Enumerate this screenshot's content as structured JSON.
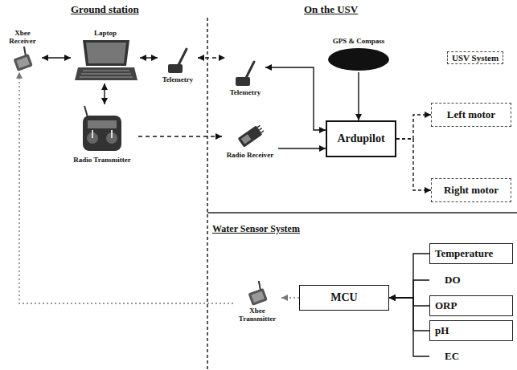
{
  "diagram": {
    "nodes": [
      {
        "text": [
          "Xbee Receiver"
        ]
      },
      {
        "text": [
          "Laptop"
        ]
      },
      {
        "text": [
          "Telemetry"
        ]
      },
      {
        "text": [
          "Radio Transmitter"
        ]
      },
      {
        "text": [
          "Telemetry"
        ]
      },
      {
        "text": [
          "GPS & Compass"
        ]
      },
      {
        "text": [
          "Ardupilot"
        ]
      },
      {
        "text": [
          "Left motor"
        ]
      },
      {
        "text": [
          "Right motor"
        ]
      },
      {
        "text": [
          "Radio Receiver"
        ]
      },
      {
        "text": [
          "MCU"
        ]
      },
      {
        "text": [
          "Temperature"
        ]
      },
      {
        "text": [
          "DO"
        ]
      },
      {
        "text": [
          "ORP"
        ]
      },
      {
        "text": [
          "pH"
        ]
      },
      {
        "text": [
          "EC"
        ]
      },
      {
        "text": [
          "Xbee Transmitter"
        ]
      }
    ],
    "edges": [
      {
        "from": 0,
        "to": 1,
        "arrow": "both"
      },
      {
        "from": 1,
        "to": 2,
        "arrow": "both"
      },
      {
        "from": 2,
        "to": 4,
        "arrow": "both"
      },
      {
        "from": 1,
        "to": 3,
        "arrow": "both"
      },
      {
        "from": 3,
        "to": 9,
        "arrow": "to"
      },
      {
        "from": 4,
        "to": 6,
        "arrow": "both"
      },
      {
        "from": 5,
        "to": 6,
        "arrow": "to"
      },
      {
        "from": 9,
        "to": 6,
        "arrow": "to"
      },
      {
        "from": 6,
        "to": 7,
        "arrow": "to"
      },
      {
        "from": 6,
        "to": 8,
        "arrow": "to"
      },
      {
        "from": 11,
        "to": 10,
        "arrow": "to"
      },
      {
        "from": 12,
        "to": 10,
        "arrow": "to"
      },
      {
        "from": 13,
        "to": 10,
        "arrow": "to"
      },
      {
        "from": 14,
        "to": 10,
        "arrow": "to"
      },
      {
        "from": 15,
        "to": 10,
        "arrow": "to"
      },
      {
        "from": 10,
        "to": 16,
        "arrow": "to"
      },
      {
        "from": 16,
        "to": 0,
        "arrow": "to"
      }
    ],
    "labels": [
      "Ground station",
      "On the USV",
      "USV System",
      "Water Sensor System"
    ]
  }
}
